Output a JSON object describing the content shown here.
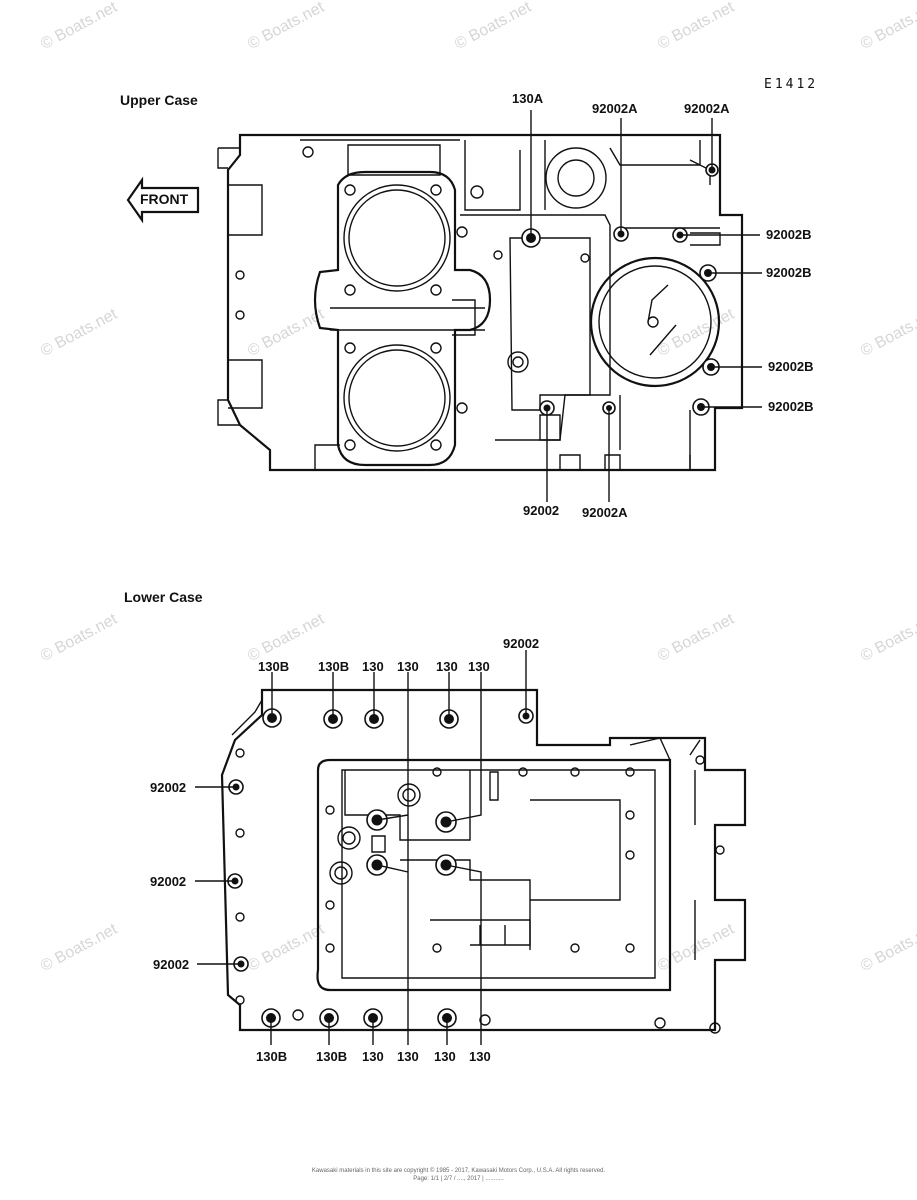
{
  "diagram": {
    "code": "E1412",
    "front_arrow": "FRONT",
    "upper": {
      "title": "Upper Case",
      "callouts": [
        "130A",
        "92002A",
        "92002A",
        "92002B",
        "92002B",
        "92002B",
        "92002B",
        "92002",
        "92002A"
      ]
    },
    "lower": {
      "title": "Lower Case",
      "callouts_top": [
        "92002",
        "130B",
        "130B",
        "130",
        "130",
        "130",
        "130"
      ],
      "callouts_left": [
        "92002",
        "92002",
        "92002"
      ],
      "callouts_bottom": [
        "130B",
        "130B",
        "130",
        "130",
        "130",
        "130"
      ]
    }
  },
  "watermark": "© Boats.net",
  "footer": {
    "line1": "Kawasaki materials in this site are copyright © 1985 - 2017, Kawasaki Motors Corp., U.S.A. All rights reserved.",
    "line2": "Page: 1/1 | 2/7 / ...., 2017 | ..........."
  }
}
